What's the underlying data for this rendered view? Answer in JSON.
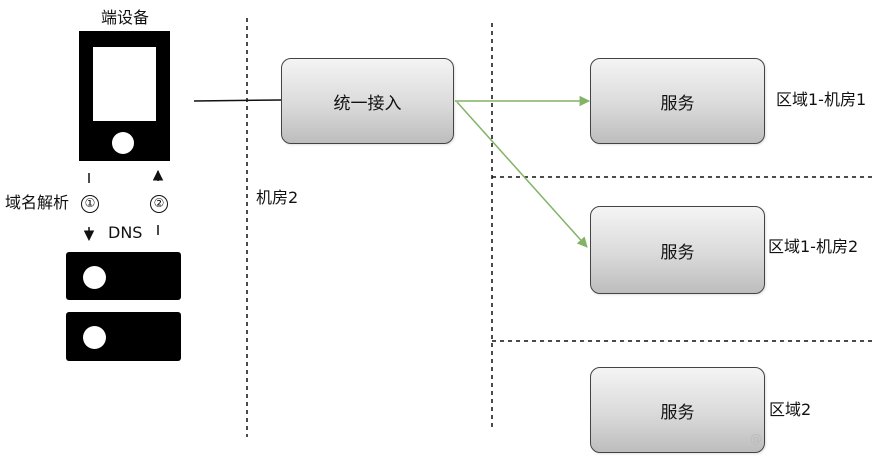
{
  "labels": {
    "device": "端设备",
    "dns_step": "域名解析",
    "dns": "DNS",
    "room2": "机房2",
    "region1_room1": "区域1-机房1",
    "region1_room2": "区域1-机房2",
    "region2": "区域2"
  },
  "steps": {
    "one": "①",
    "two": "②"
  },
  "boxes": {
    "access": "统一接入",
    "service_1": "服务",
    "service_2": "服务",
    "service_3": "服务"
  },
  "colors": {
    "arrow_green": "#82b366",
    "line_black": "#111111"
  },
  "icons": {
    "device": "mobile-device-icon",
    "server": "server-icon",
    "watermark": "at-icon"
  },
  "watermark": "@"
}
